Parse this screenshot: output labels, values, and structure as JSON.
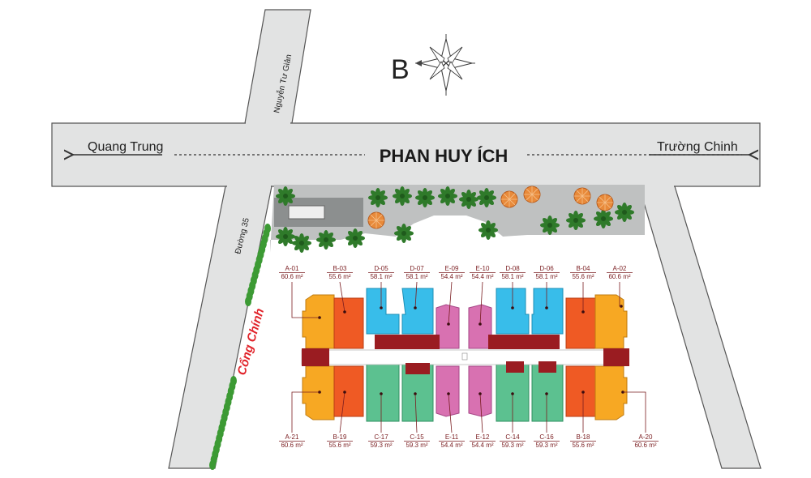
{
  "compass": {
    "letter": "B"
  },
  "streets": {
    "main": "PHAN HUY ÍCH",
    "left_dir": "Quang Trung",
    "right_dir": "Trường Chinh",
    "diagonal_top": "Nguyễn Tư Giản",
    "diagonal_left": "Đường 35",
    "gate": "Cổng Chính"
  },
  "colors": {
    "road": "#e2e3e3",
    "A": "#f7a823",
    "B": "#ef5a24",
    "C": "#5cc190",
    "D": "#38bdea",
    "E": "#d871b1",
    "core": "#9a1c21",
    "label": "#7a1d20",
    "gate": "#e1232a"
  },
  "units": {
    "top": [
      {
        "code": "A-01",
        "area": "60.6 m²"
      },
      {
        "code": "B-03",
        "area": "55.6 m²"
      },
      {
        "code": "D-05",
        "area": "58.1 m²"
      },
      {
        "code": "D-07",
        "area": "58.1 m²"
      },
      {
        "code": "E-09",
        "area": "54.4 m²"
      },
      {
        "code": "E-10",
        "area": "54.4 m²"
      },
      {
        "code": "D-08",
        "area": "58.1 m²"
      },
      {
        "code": "D-06",
        "area": "58.1 m²"
      },
      {
        "code": "B-04",
        "area": "55.6 m²"
      },
      {
        "code": "A-02",
        "area": "60.6 m²"
      }
    ],
    "bottom": [
      {
        "code": "A-21",
        "area": "60.6 m²"
      },
      {
        "code": "B-19",
        "area": "55.6 m²"
      },
      {
        "code": "C-17",
        "area": "59.3 m²"
      },
      {
        "code": "C-15",
        "area": "59.3 m²"
      },
      {
        "code": "E-11",
        "area": "54.4 m²"
      },
      {
        "code": "E-12",
        "area": "54.4 m²"
      },
      {
        "code": "C-14",
        "area": "59.3 m²"
      },
      {
        "code": "C-16",
        "area": "59.3 m²"
      },
      {
        "code": "B-18",
        "area": "55.6 m²"
      },
      {
        "code": "A-20",
        "area": "60.6 m²"
      }
    ]
  }
}
